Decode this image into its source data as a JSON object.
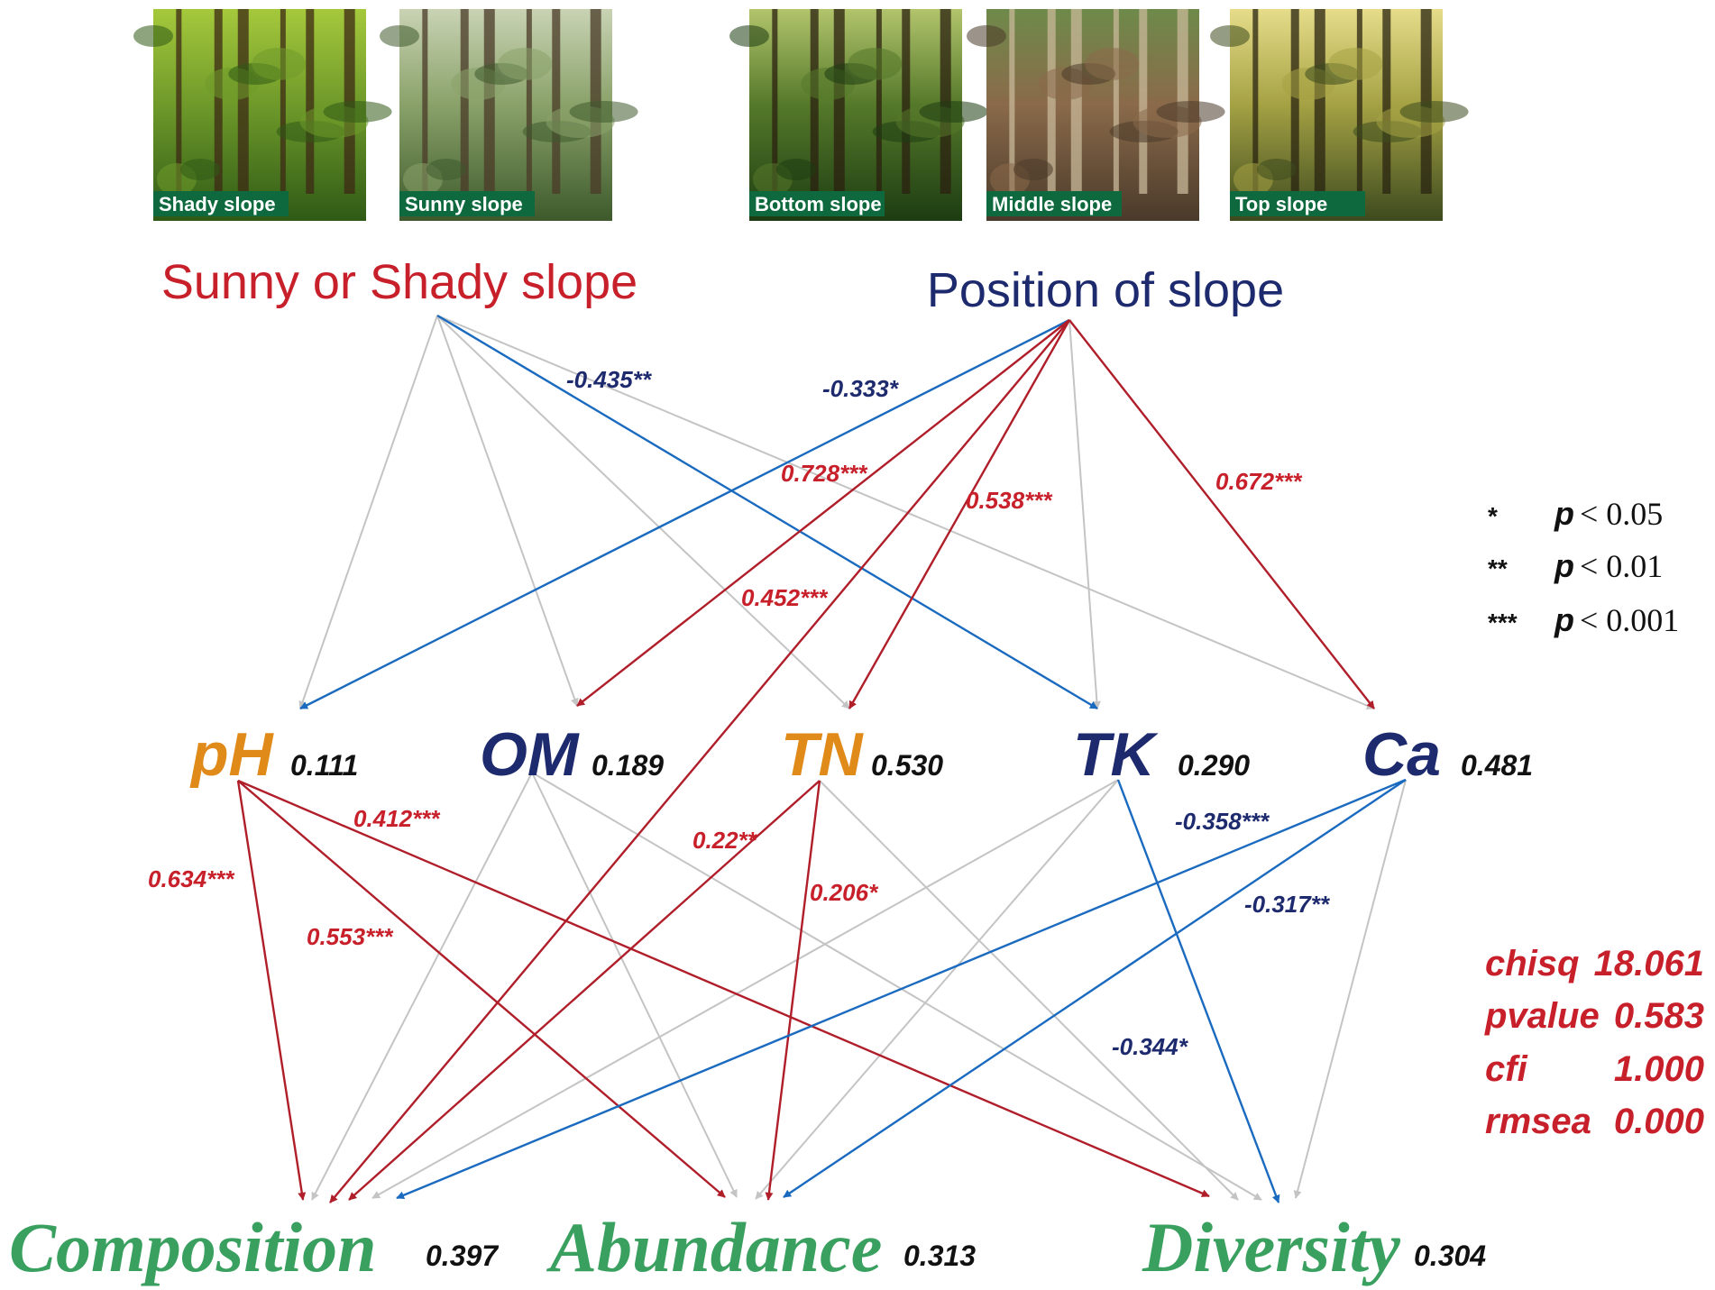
{
  "photos": [
    {
      "caption": "Shady slope",
      "palette": [
        "#2f5a16",
        "#6f9a2a",
        "#a5c83c",
        "#3d2a16"
      ]
    },
    {
      "caption": "Sunny slope",
      "palette": [
        "#3e5a2c",
        "#8aa26a",
        "#c9d3b4",
        "#4a3a28"
      ]
    },
    {
      "caption": "Bottom slope",
      "palette": [
        "#1d3d12",
        "#55792a",
        "#b2c46c",
        "#2b2010"
      ]
    },
    {
      "caption": "Middle slope",
      "palette": [
        "#4a3a2a",
        "#8a6a4a",
        "#6e8a4a",
        "#c8b89a"
      ]
    },
    {
      "caption": "Top slope",
      "palette": [
        "#3d4a1e",
        "#a5a244",
        "#e6dc8a",
        "#2a2412"
      ]
    }
  ],
  "caption_bg": "#0e6a3e",
  "factors": {
    "aspect": {
      "label": "Sunny or Shady slope",
      "color": "#c8202a"
    },
    "position": {
      "label": "Position of  slope",
      "color": "#1e2a6e"
    }
  },
  "variables": [
    {
      "id": "ph",
      "label": "pH",
      "r2": "0.111",
      "color": "#e08a1a"
    },
    {
      "id": "om",
      "label": "OM",
      "r2": "0.189",
      "color": "#1e2a6e"
    },
    {
      "id": "tn",
      "label": "TN",
      "r2": "0.530",
      "color": "#e08a1a"
    },
    {
      "id": "tk",
      "label": "TK",
      "r2": "0.290",
      "color": "#1e2a6e"
    },
    {
      "id": "ca",
      "label": "Ca",
      "r2": "0.481",
      "color": "#1e2a6e"
    }
  ],
  "outcomes": [
    {
      "id": "composition",
      "label": "Composition",
      "r2": "0.397"
    },
    {
      "id": "abundance",
      "label": "Abundance",
      "r2": "0.313"
    },
    {
      "id": "diversity",
      "label": "Diversity",
      "r2": "0.304"
    }
  ],
  "edge_colors": {
    "positive": "#b01e2a",
    "negative": "#1a6abf",
    "nonsignificant": "#c4c4c4"
  },
  "coef_colors": {
    "positive": "#c8202a",
    "negative": "#1e2a6e"
  },
  "paths": [
    {
      "from": "aspect",
      "to": "ph",
      "sig": "nonsignificant"
    },
    {
      "from": "aspect",
      "to": "om",
      "sig": "nonsignificant"
    },
    {
      "from": "aspect",
      "to": "tn",
      "sig": "nonsignificant"
    },
    {
      "from": "aspect",
      "to": "tk",
      "sig": "negative",
      "coef": "-0.435**"
    },
    {
      "from": "aspect",
      "to": "ca",
      "sig": "nonsignificant"
    },
    {
      "from": "position",
      "to": "ph",
      "sig": "negative",
      "coef": "-0.333*"
    },
    {
      "from": "position",
      "to": "om",
      "sig": "positive",
      "coef": "0.728***"
    },
    {
      "from": "position",
      "to": "tn",
      "sig": "positive",
      "coef": "0.538***"
    },
    {
      "from": "position",
      "to": "tk",
      "sig": "nonsignificant"
    },
    {
      "from": "position",
      "to": "ca",
      "sig": "positive",
      "coef": "0.672***"
    },
    {
      "from": "position",
      "to": "composition",
      "sig": "positive",
      "coef": "0.452***"
    },
    {
      "from": "ph",
      "to": "composition",
      "sig": "positive",
      "coef": "0.634***"
    },
    {
      "from": "ph",
      "to": "abundance",
      "sig": "positive",
      "coef": "0.553***"
    },
    {
      "from": "ph",
      "to": "diversity",
      "sig": "positive",
      "coef": "0.412***"
    },
    {
      "from": "om",
      "to": "composition",
      "sig": "nonsignificant"
    },
    {
      "from": "om",
      "to": "abundance",
      "sig": "nonsignificant"
    },
    {
      "from": "om",
      "to": "diversity",
      "sig": "nonsignificant"
    },
    {
      "from": "tn",
      "to": "composition",
      "sig": "positive",
      "coef": "0.22**"
    },
    {
      "from": "tn",
      "to": "abundance",
      "sig": "positive",
      "coef": "0.206*"
    },
    {
      "from": "tn",
      "to": "diversity",
      "sig": "nonsignificant"
    },
    {
      "from": "tk",
      "to": "composition",
      "sig": "nonsignificant"
    },
    {
      "from": "tk",
      "to": "abundance",
      "sig": "nonsignificant"
    },
    {
      "from": "tk",
      "to": "diversity",
      "sig": "negative",
      "coef": "-0.344*"
    },
    {
      "from": "ca",
      "to": "composition",
      "sig": "negative",
      "coef": "-0.358***"
    },
    {
      "from": "ca",
      "to": "abundance",
      "sig": "negative",
      "coef": "-0.317**"
    },
    {
      "from": "ca",
      "to": "diversity",
      "sig": "nonsignificant"
    }
  ],
  "legend": [
    {
      "stars": "*",
      "p": "p",
      "threshold": "< 0.05"
    },
    {
      "stars": "**",
      "p": "p",
      "threshold": "< 0.01"
    },
    {
      "stars": "***",
      "p": "p",
      "threshold": "< 0.001"
    }
  ],
  "fit": {
    "color": "#c8202a",
    "rows": [
      {
        "name": "chisq",
        "value": "18.061"
      },
      {
        "name": "pvalue",
        "value": "0.583"
      },
      {
        "name": "cfi",
        "value": "1.000"
      },
      {
        "name": "rmsea",
        "value": "0.000"
      }
    ]
  }
}
